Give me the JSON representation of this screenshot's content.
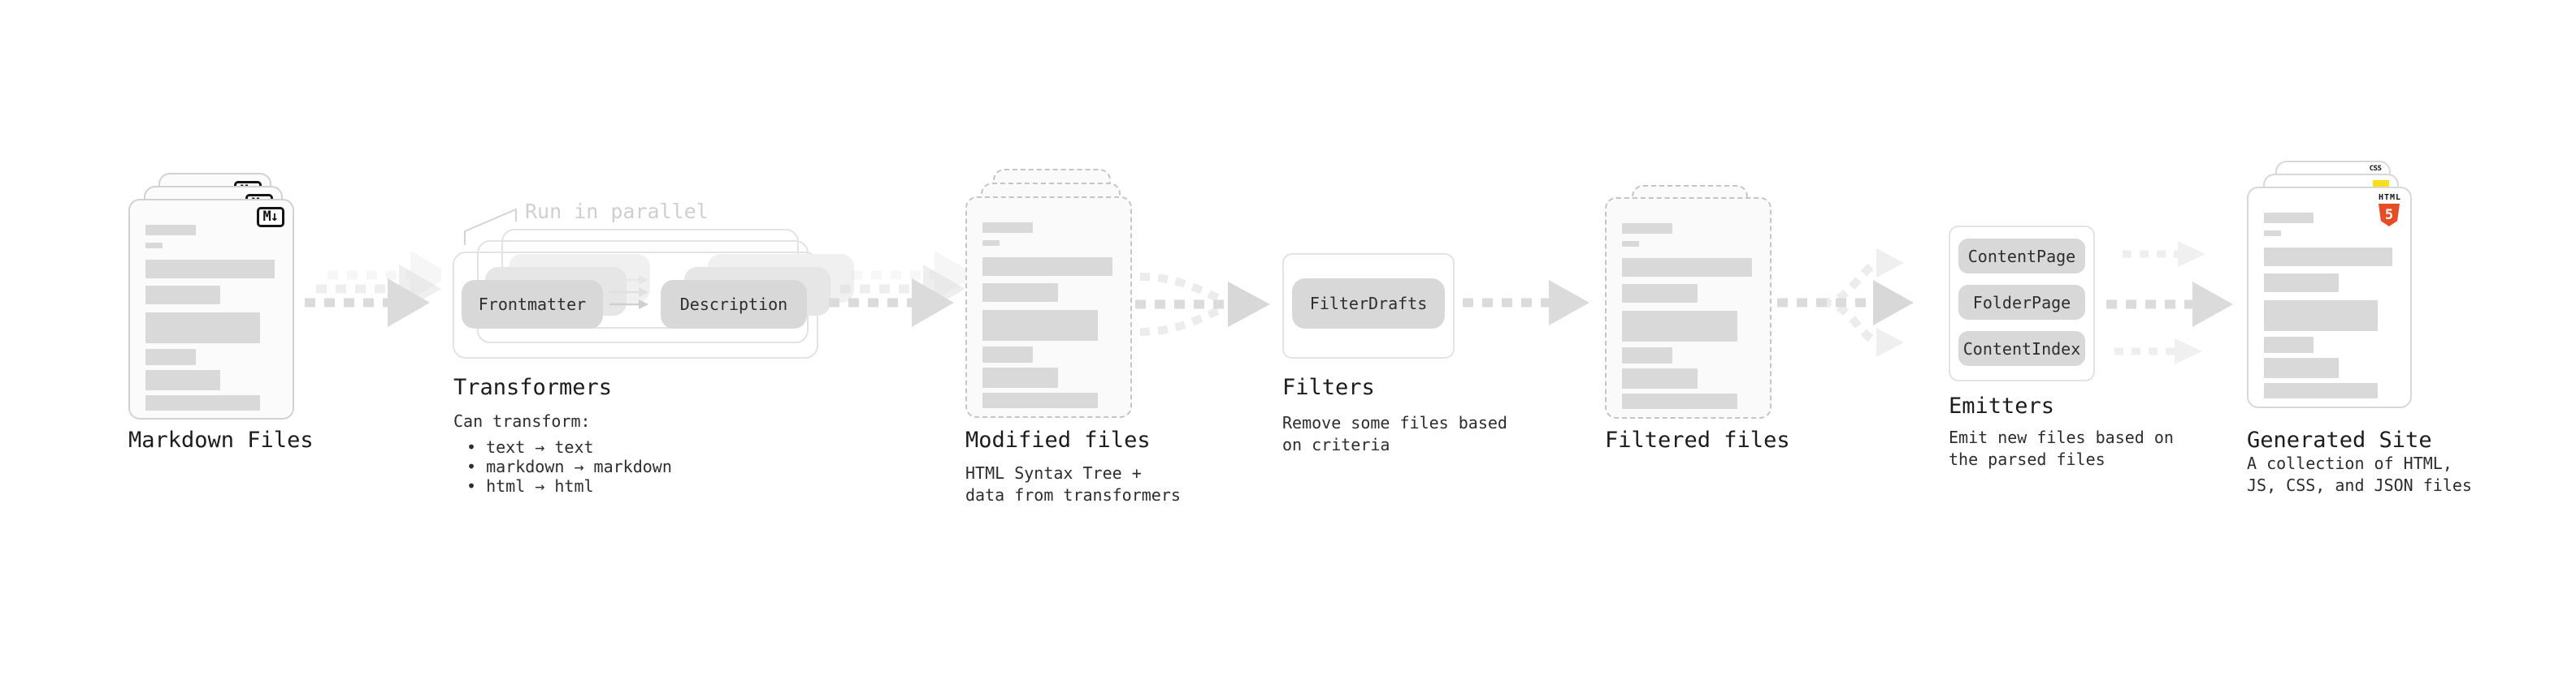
{
  "colors": {
    "html5_orange": "#e44d26",
    "js_yellow": "#f7df1e",
    "css_blue": "#2965f1"
  },
  "stages": {
    "markdown_files": {
      "label": "Markdown Files",
      "badge": "M↓"
    },
    "transformers": {
      "annotation": "Run in parallel",
      "pill_frontmatter": "Frontmatter",
      "pill_description": "Description",
      "label": "Transformers",
      "desc_heading": "Can transform:",
      "bullets": [
        "• text → text",
        "• markdown → markdown",
        "• html → html"
      ]
    },
    "modified_files": {
      "label": "Modified files",
      "desc": [
        "HTML Syntax Tree +",
        "data from transformers"
      ]
    },
    "filters": {
      "pill": "FilterDrafts",
      "label": "Filters",
      "desc": [
        "Remove some files based",
        "on criteria"
      ]
    },
    "filtered_files": {
      "label": "Filtered files"
    },
    "emitters": {
      "pills": [
        "ContentPage",
        "FolderPage",
        "ContentIndex"
      ],
      "label": "Emitters",
      "desc": [
        "Emit new files based on",
        "the parsed files"
      ]
    },
    "generated_site": {
      "label": "Generated Site",
      "badge_css": "CSS",
      "badge_html": "HTML",
      "badge_five": "5",
      "desc": [
        "A collection of HTML,",
        "JS, CSS, and JSON files"
      ]
    }
  }
}
